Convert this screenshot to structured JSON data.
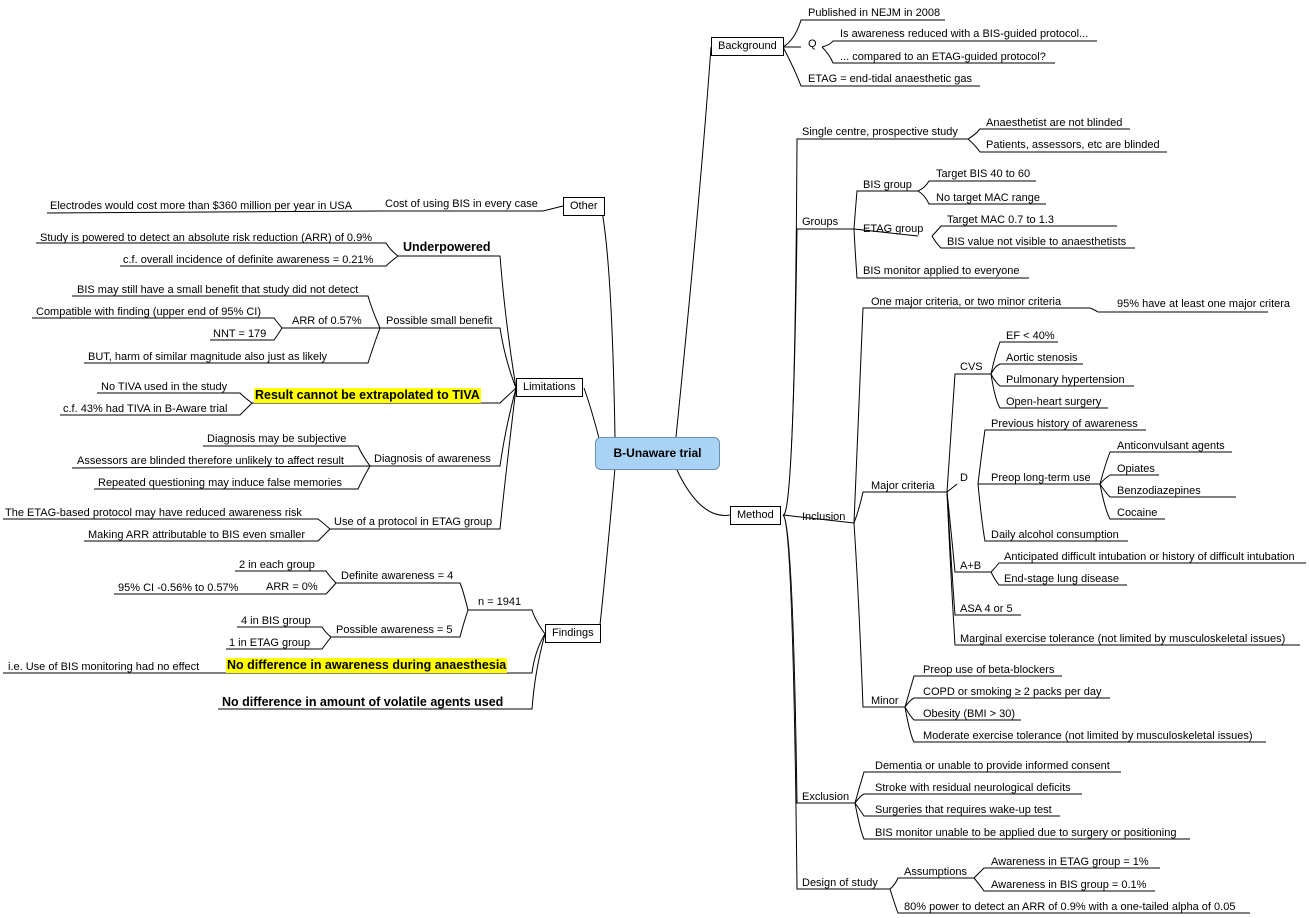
{
  "title": "B-Unaware trial",
  "sections": {
    "background": "Background",
    "method": "Method",
    "other": "Other",
    "limitations": "Limitations",
    "findings": "Findings"
  },
  "background": {
    "published": "Published in NEJM in 2008",
    "q": "Q",
    "q1": "Is awareness reduced with a BIS-guided protocol...",
    "q2": "... compared to an ETAG-guided protocol?",
    "etag": "ETAG = end-tidal anaesthetic gas"
  },
  "method": {
    "single_centre": "Single centre, prospective study",
    "anaesthetist": "Anaesthetist are not blinded",
    "patients": "Patients, assessors, etc are blinded",
    "groups": "Groups",
    "bis_group": "BIS group",
    "target_bis": "Target BIS 40 to 60",
    "no_target_mac": "No target MAC range",
    "etag_group": "ETAG group",
    "target_mac": "Target MAC 0.7 to 1.3",
    "bis_not_visible": "BIS value not visible to anaesthetists",
    "bis_monitor_all": "BIS monitor applied to everyone",
    "inclusion": "Inclusion",
    "one_major": "One major criteria, or two minor criteria",
    "pct95": "95% have at least one major critera",
    "major": "Major criteria",
    "cvs": "CVS",
    "ef": "EF < 40%",
    "aortic": "Aortic stenosis",
    "pulm": "Pulmonary hypertension",
    "openheart": "Open-heart surgery",
    "d": "D",
    "prev_history": "Previous history of awareness",
    "preop_long": "Preop long-term use",
    "anticonv": "Anticonvulsant agents",
    "opiates": "Opiates",
    "benzo": "Benzodiazepines",
    "cocaine": "Cocaine",
    "alcohol": "Daily alcohol consumption",
    "ab": "A+B",
    "difficult": "Anticipated difficult intubation or history of difficult intubation",
    "endstage": "End-stage lung disease",
    "asa": "ASA 4 or 5",
    "marginal": "Marginal exercise tolerance (not limited by musculoskeletal issues)",
    "minor": "Minor",
    "beta": "Preop use of beta-blockers",
    "copd": "COPD or smoking ≥ 2 packs per day",
    "obesity": "Obesity (BMI > 30)",
    "moderate": "Moderate exercise tolerance (not limited by musculoskeletal issues)",
    "exclusion": "Exclusion",
    "dementia": "Dementia or unable to provide informed consent",
    "stroke": "Stroke with residual neurological deficits",
    "wakeup": "Surgeries that requires wake-up test",
    "bis_unable": "BIS monitor unable to be applied due to surgery or positioning",
    "design": "Design of study",
    "assumptions": "Assumptions",
    "aw_etag": "Awareness in ETAG group = 1%",
    "aw_bis": "Awareness in BIS group = 0.1%",
    "power": "80% power to detect an ARR of 0.9% with a one-tailed alpha of 0.05"
  },
  "other": {
    "cost": "Cost of using BIS in every case",
    "electrodes": "Electrodes would cost more than $360 million per year in USA"
  },
  "limitations": {
    "underpowered": "Underpowered",
    "powered": "Study is powered to detect an absolute risk reduction (ARR) of 0.9%",
    "incidence": "c.f. overall incidence of definite awareness = 0.21%",
    "small_benefit": "Possible small benefit",
    "may_have": "BIS may still have a small benefit that study did not detect",
    "arr057": "ARR of 0.57%",
    "compatible": "Compatible with finding (upper end of 95% CI)",
    "nnt": "NNT = 179",
    "harm": "BUT, harm of similar magnitude also just as likely",
    "tiva": "Result cannot be extrapolated to TIVA",
    "no_tiva": "No TIVA used in the study",
    "cf43": "c.f. 43% had TIVA in B-Aware trial",
    "diag": "Diagnosis of awareness",
    "subjective": "Diagnosis may be subjective",
    "assessors": "Assessors are blinded therefore unlikely to affect result",
    "repeated": "Repeated questioning may induce false memories",
    "protocol": "Use of a protocol in ETAG group",
    "etag_reduced": "The ETAG-based protocol may have reduced awareness risk",
    "making": "Making ARR attributable to BIS even smaller"
  },
  "findings": {
    "n": "n = 1941",
    "definite": "Definite awareness = 4",
    "two_each": "2 in each group",
    "arr0": "ARR = 0%",
    "ci": "95% CI -0.56% to 0.57%",
    "possible": "Possible awareness = 5",
    "four_bis": "4 in BIS group",
    "one_etag": "1 in ETAG group",
    "no_diff_aw": "No difference in awareness during anaesthesia",
    "ie": "i.e. Use of BIS monitoring had no effect",
    "no_diff_vol": "No difference in amount of volatile agents used"
  },
  "colors": {
    "root_fill": "#a9d3f5",
    "highlight": "#ffff00",
    "line": "#000000"
  }
}
